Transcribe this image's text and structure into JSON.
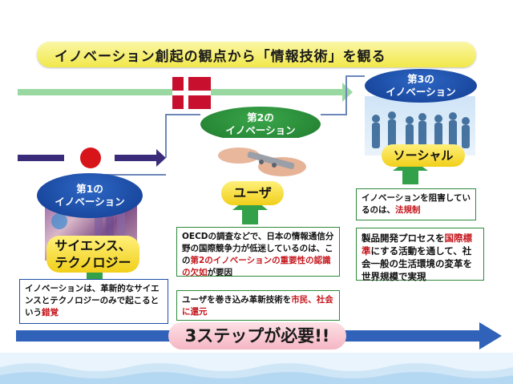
{
  "title": "イノベーション創起の観点から「情報技術」を観る",
  "stage1": {
    "bubble_line1": "第1の",
    "bubble_line2": "イノベーション",
    "label_line1": "サイエンス、",
    "label_line2": "テクノロジー"
  },
  "stage2": {
    "bubble_line1": "第2の",
    "bubble_line2": "イノベーション",
    "label": "ユーザ"
  },
  "stage3": {
    "bubble_line1": "第3の",
    "bubble_line2": "イノベーション",
    "label": "ソーシャル"
  },
  "box1": {
    "pre": "イノベーションは、革新的なサイエンスとテクノロジーのみで起こるという",
    "emph": "錯覚"
  },
  "box2": {
    "pre": "OECDの調査などで、日本の情報通信分野の国際競争力が低迷しているのは、この",
    "emph": "第2のイノベーションの重要性の認識の欠如",
    "post": "が要因"
  },
  "box3": {
    "pre": "ユーザを巻き込み革新技術を",
    "emph": "市民、社会に還元"
  },
  "box4": {
    "pre": "イノベーションを阻害しているのは、",
    "emph": "法規制"
  },
  "box5": {
    "pre": "製品開発プロセスを",
    "emph": "国際標準",
    "post": "にする活動を通して、社会一般の生活環境の変革を世界規模で実現"
  },
  "banner": "3ステップが必要!!",
  "colors": {
    "japan_red": "#d7141a",
    "denmark_red": "#c8102e",
    "navy": "#3a2c7a",
    "green_arrow": "#8fd19a",
    "blue_arrow": "#2f62b8"
  }
}
